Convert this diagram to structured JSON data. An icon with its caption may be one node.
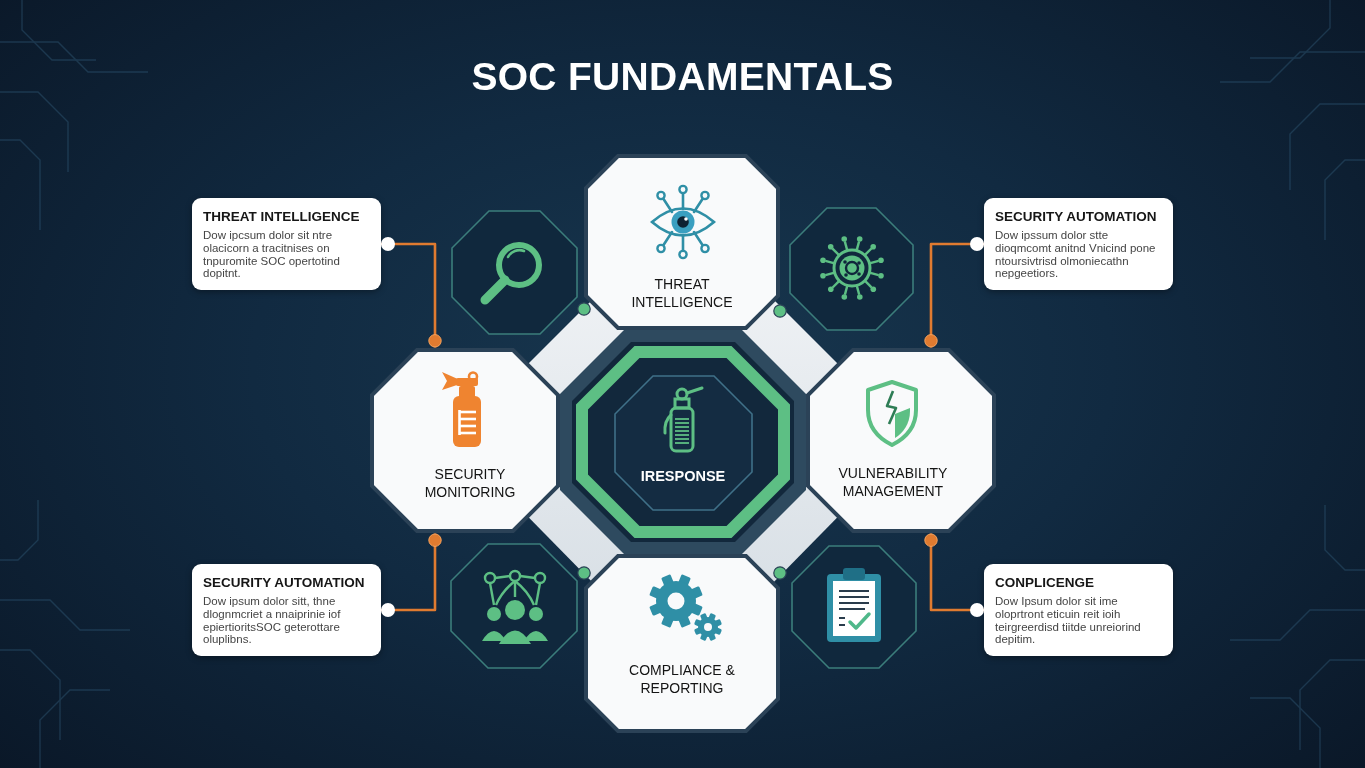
{
  "diagram": {
    "title": "SOC FUNDAMENTALS",
    "nodes": [
      {
        "text": [
          "THREAT INTELLIGENCE",
          "Dow ipcsum dolor sit ntre olacicorn a tracitnises on tnpuromite SOC opertotind dopitnt."
        ]
      },
      {
        "text": [],
        "shape": "octagon"
      },
      {
        "text": [
          "THREAT INTELLIGENCE"
        ]
      },
      {
        "text": [],
        "shape": "octagon"
      },
      {
        "text": [
          "SECURITY AUTOMATION",
          "Dow ipssum dolor stte dioqmcomt anitnd Vnicind pone ntoursivtrisd olmoniecathn nepgeetiors."
        ]
      },
      {
        "text": [
          "SECURITY MONITORING"
        ]
      },
      {
        "text": [
          "IRESPONSE"
        ]
      },
      {
        "text": [
          "VULNERABILITY MANAGEMENT"
        ]
      },
      {
        "text": [
          "SECURITY AUTOMATION",
          "Dow ipsum dolor sitt, thne dlognmcriet a nnaiprinie iof epiertioritsSOC geterottare oluplibns."
        ]
      },
      {
        "text": [],
        "shape": "octagon"
      },
      {
        "text": [
          "COMPLIANCE & REPORTING"
        ]
      },
      {
        "text": [],
        "shape": "octagon"
      },
      {
        "text": [
          "CONPLICENGE",
          "Dow Ipsum dolor sit ime oloprtront eticuin reit ioih teirgreerdisd tiitde unreiorind depitim."
        ]
      }
    ],
    "edges": [
      {
        "from": 0,
        "to": 5,
        "arrow": "other"
      },
      {
        "from": 4,
        "to": 7,
        "arrow": "other"
      },
      {
        "from": 8,
        "to": 5,
        "arrow": "other"
      },
      {
        "from": 12,
        "to": 7,
        "arrow": "other"
      }
    ]
  }
}
